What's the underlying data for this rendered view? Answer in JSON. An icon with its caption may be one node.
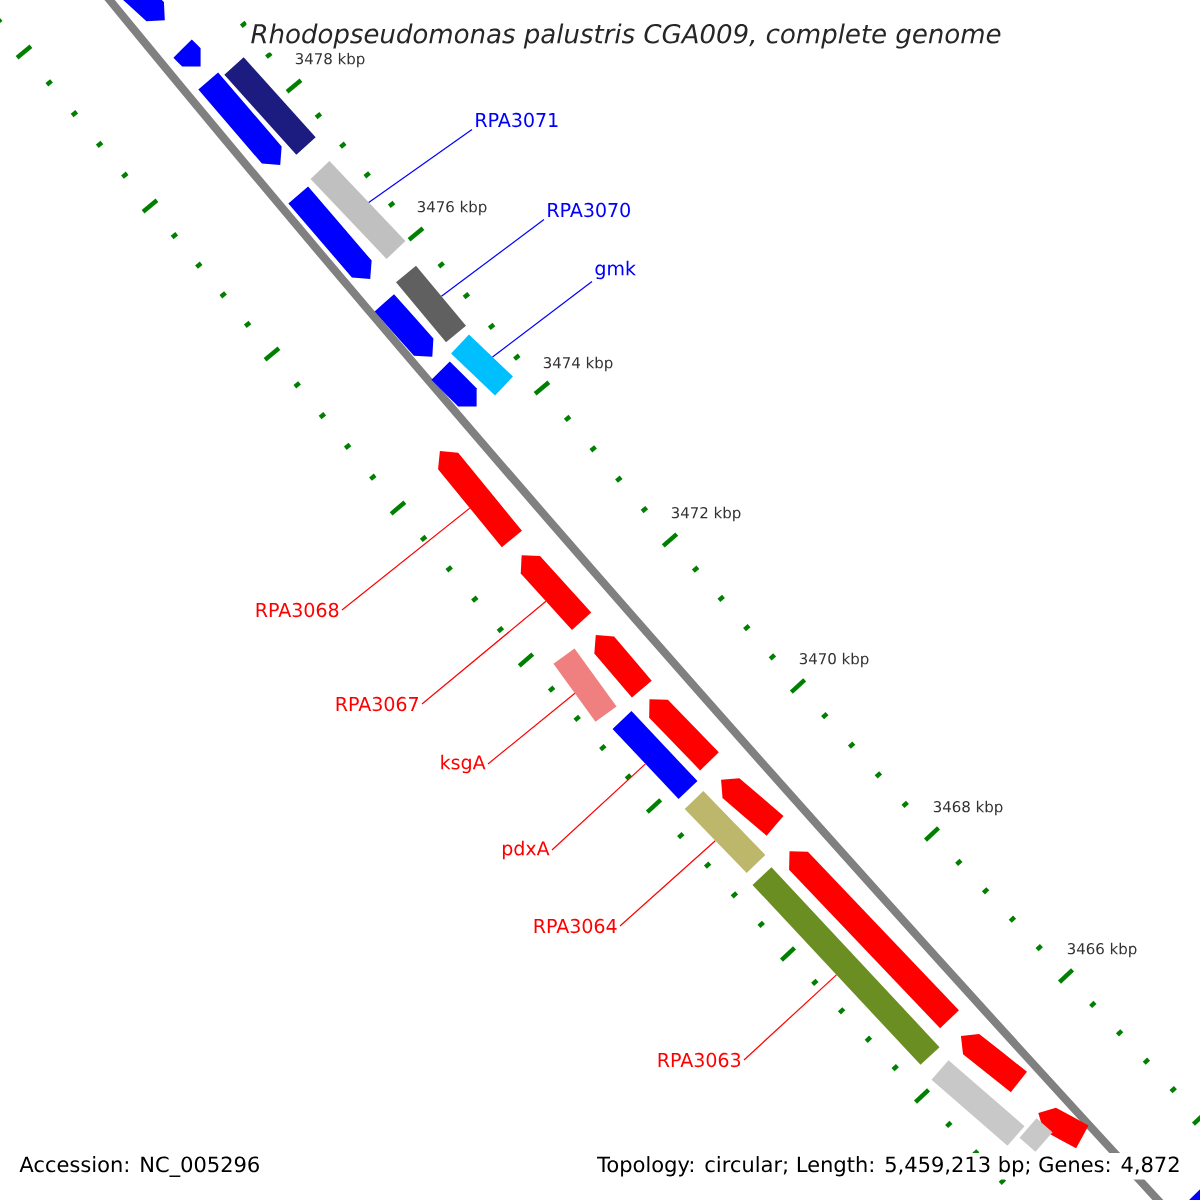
{
  "diagram": {
    "title": "Rhodopseudomonas palustris CGA009, complete genome",
    "nodes": [
      {
        "text": [
          "RPA3071"
        ]
      },
      {
        "text": [
          "RPA3070"
        ]
      },
      {
        "text": [
          "gmk"
        ]
      },
      {
        "text": [
          "RPA3068"
        ]
      },
      {
        "text": [
          "RPA3067"
        ]
      },
      {
        "text": [
          "ksgA"
        ]
      },
      {
        "text": [
          "pdxA"
        ]
      },
      {
        "text": [
          "RPA3064"
        ]
      },
      {
        "text": [
          "RPA3063"
        ]
      },
      {
        "text": [],
        "shape": "pentagon"
      },
      {
        "text": [],
        "shape": "pentagon"
      },
      {
        "text": [],
        "shape": "bar"
      },
      {
        "text": [],
        "shape": "pentagon"
      },
      {
        "text": [],
        "shape": "bar"
      },
      {
        "text": [],
        "shape": "pentagon"
      },
      {
        "text": [],
        "shape": "bar"
      },
      {
        "text": [],
        "shape": "pentagon"
      },
      {
        "text": [],
        "shape": "bar"
      },
      {
        "text": [],
        "shape": "pentagon"
      },
      {
        "text": [],
        "shape": "pentagon"
      },
      {
        "text": [],
        "shape": "pentagon"
      },
      {
        "text": [],
        "shape": "pentagon"
      },
      {
        "text": [],
        "shape": "bar"
      },
      {
        "text": [],
        "shape": "pentagon"
      },
      {
        "text": [],
        "shape": "bar"
      },
      {
        "text": [],
        "shape": "pentagon"
      },
      {
        "text": [],
        "shape": "bar"
      },
      {
        "text": [],
        "shape": "pentagon"
      },
      {
        "text": [],
        "shape": "bar"
      },
      {
        "text": [],
        "shape": "pentagon"
      },
      {
        "text": [],
        "shape": "bar"
      },
      {
        "text": [],
        "shape": "pentagon"
      },
      {
        "text": [],
        "shape": "bar"
      },
      {
        "text": [],
        "shape": "pentagon"
      }
    ],
    "edges": [
      {
        "from": 0,
        "to": 13,
        "arrow": "none",
        "color": "#0000ff"
      },
      {
        "from": 1,
        "to": 15,
        "arrow": "none",
        "color": "#0000ff"
      },
      {
        "from": 2,
        "to": 17,
        "arrow": "none",
        "color": "#0000ff"
      },
      {
        "from": 3,
        "to": 19,
        "arrow": "none"
      },
      {
        "from": 4,
        "to": 20,
        "arrow": "none"
      },
      {
        "from": 5,
        "to": 22,
        "arrow": "none"
      },
      {
        "from": 6,
        "to": 24,
        "arrow": "none"
      },
      {
        "from": 7,
        "to": 26,
        "arrow": "none"
      },
      {
        "from": 8,
        "to": 28,
        "arrow": "none"
      }
    ],
    "labels": [
      "3478 kbp",
      "3476 kbp",
      "3474 kbp",
      "3472 kbp",
      "3470 kbp",
      "3468 kbp",
      "3466 kbp",
      "Accession: NC_005296",
      "Topology: circular; Length: 5,459,213 bp; Genes: 4,872"
    ]
  }
}
